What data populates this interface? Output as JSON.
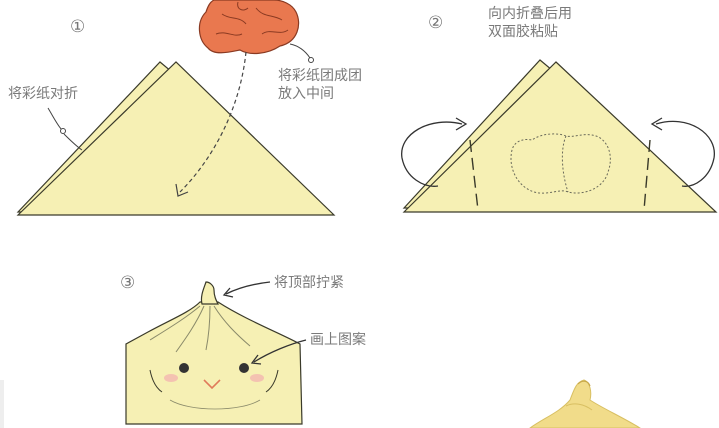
{
  "steps": [
    {
      "number": "①",
      "labels": [
        "将彩纸对折",
        "将彩纸团成团",
        "放入中间"
      ]
    },
    {
      "number": "②",
      "labels": [
        "向内折叠后用",
        "双面胶粘贴"
      ]
    },
    {
      "number": "③",
      "labels": [
        "将顶部拧紧",
        "画上图案"
      ]
    }
  ],
  "colors": {
    "paper": "#f6f0b4",
    "outline": "#3a3a2a",
    "ball": "#e9784f",
    "text": "#7a7a7a"
  }
}
